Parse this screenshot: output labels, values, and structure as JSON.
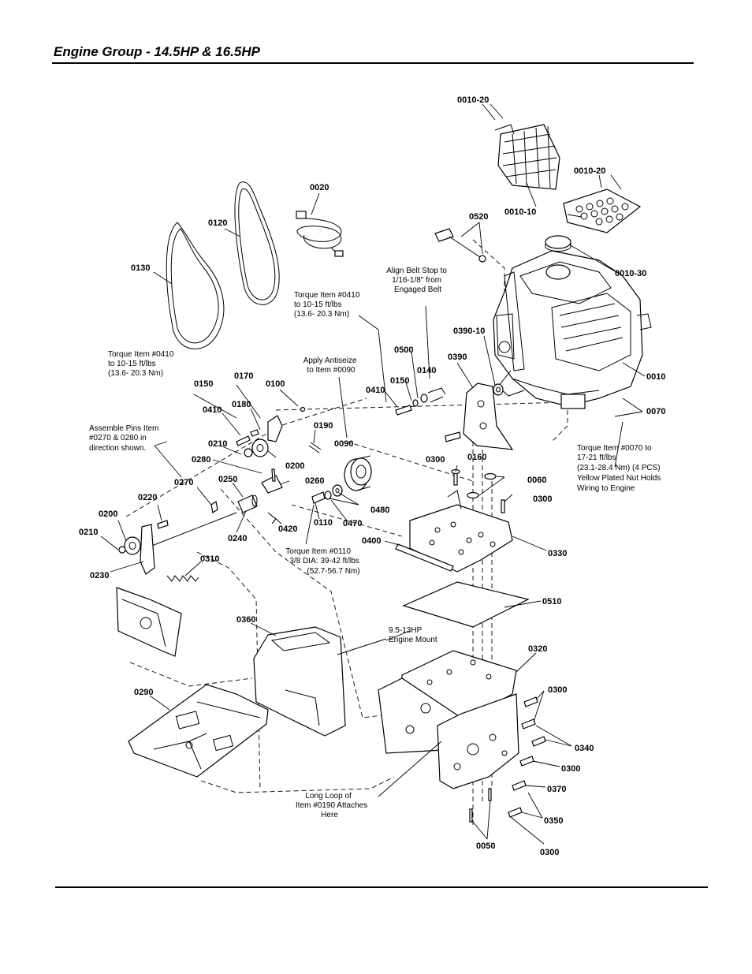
{
  "title": "Engine Group - 14.5HP & 16.5HP",
  "callouts": [
    {
      "id": "c1",
      "text": "0010-20"
    },
    {
      "id": "c2",
      "text": "0010-20"
    },
    {
      "id": "c3",
      "text": "0010-10"
    },
    {
      "id": "c4",
      "text": "0010-30"
    },
    {
      "id": "c5",
      "text": "0020"
    },
    {
      "id": "c6",
      "text": "0120"
    },
    {
      "id": "c7",
      "text": "0130"
    },
    {
      "id": "c8",
      "text": "0520"
    },
    {
      "id": "c9",
      "text": "0390-10"
    },
    {
      "id": "c10",
      "text": "0390"
    },
    {
      "id": "c11",
      "text": "0010"
    },
    {
      "id": "c12",
      "text": "0070"
    },
    {
      "id": "c13",
      "text": "0500"
    },
    {
      "id": "c14",
      "text": "0140"
    },
    {
      "id": "c15",
      "text": "0150"
    },
    {
      "id": "c16",
      "text": "0410"
    },
    {
      "id": "c17",
      "text": "0150"
    },
    {
      "id": "c18",
      "text": "0170"
    },
    {
      "id": "c19",
      "text": "0100"
    },
    {
      "id": "c20",
      "text": "0410"
    },
    {
      "id": "c21",
      "text": "0180"
    },
    {
      "id": "c22",
      "text": "0190"
    },
    {
      "id": "c23",
      "text": "0210"
    },
    {
      "id": "c24",
      "text": "0090"
    },
    {
      "id": "c25",
      "text": "0200"
    },
    {
      "id": "c26",
      "text": "0280"
    },
    {
      "id": "c27",
      "text": "0160"
    },
    {
      "id": "c28",
      "text": "0300"
    },
    {
      "id": "c29",
      "text": "0060"
    },
    {
      "id": "c30",
      "text": "0300"
    },
    {
      "id": "c31",
      "text": "0250"
    },
    {
      "id": "c32",
      "text": "0260"
    },
    {
      "id": "c33",
      "text": "0270"
    },
    {
      "id": "c34",
      "text": "0220"
    },
    {
      "id": "c35",
      "text": "0480"
    },
    {
      "id": "c36",
      "text": "0420"
    },
    {
      "id": "c37",
      "text": "0110"
    },
    {
      "id": "c38",
      "text": "0470"
    },
    {
      "id": "c39",
      "text": "0200"
    },
    {
      "id": "c40",
      "text": "0240"
    },
    {
      "id": "c41",
      "text": "0210"
    },
    {
      "id": "c42",
      "text": "0400"
    },
    {
      "id": "c43",
      "text": "0330"
    },
    {
      "id": "c44",
      "text": "0230"
    },
    {
      "id": "c45",
      "text": "0310"
    },
    {
      "id": "c46",
      "text": "0510"
    },
    {
      "id": "c47",
      "text": "0360"
    },
    {
      "id": "c48",
      "text": "0320"
    },
    {
      "id": "c49",
      "text": "0290"
    },
    {
      "id": "c50",
      "text": "0300"
    },
    {
      "id": "c51",
      "text": "0340"
    },
    {
      "id": "c52",
      "text": "0300"
    },
    {
      "id": "c53",
      "text": "0370"
    },
    {
      "id": "c54",
      "text": "0350"
    },
    {
      "id": "c55",
      "text": "0050"
    },
    {
      "id": "c56",
      "text": "0300"
    }
  ],
  "notes": [
    {
      "id": "n1",
      "lines": [
        "Align Belt Stop to",
        "1/16-1/8\" from",
        "Engaged Belt"
      ]
    },
    {
      "id": "n2",
      "lines": [
        "Torque Item #0410",
        "to 10-15 ft/lbs",
        "(13.6- 20.3 Nm)"
      ]
    },
    {
      "id": "n3",
      "lines": [
        "Torque Item #0410",
        "to 10-15 ft/lbs",
        "(13.6- 20.3 Nm)"
      ]
    },
    {
      "id": "n4",
      "lines": [
        "Apply Antiseize",
        "to Item #0090"
      ]
    },
    {
      "id": "n5",
      "lines": [
        "Assemble Pins Item",
        "#0270 & 0280 in",
        "direction shown."
      ]
    },
    {
      "id": "n6",
      "lines": [
        "Torque Item #0070 to",
        "17-21 ft/lbs",
        "(23.1-28.4 Nm) (4 PCS)",
        "Yellow Plated Nut Holds",
        "Wiring to Engine"
      ]
    },
    {
      "id": "n7",
      "lines": [
        "Torque Item #0110",
        "3/8 DIA: 39-42 ft/lbs",
        "(52.7-56.7 Nm)"
      ]
    },
    {
      "id": "n8",
      "lines": [
        "9.5-13HP",
        "Engine Mount"
      ]
    },
    {
      "id": "n9",
      "lines": [
        "Long Loop of",
        "Item #0190 Attaches",
        "Here"
      ]
    }
  ]
}
